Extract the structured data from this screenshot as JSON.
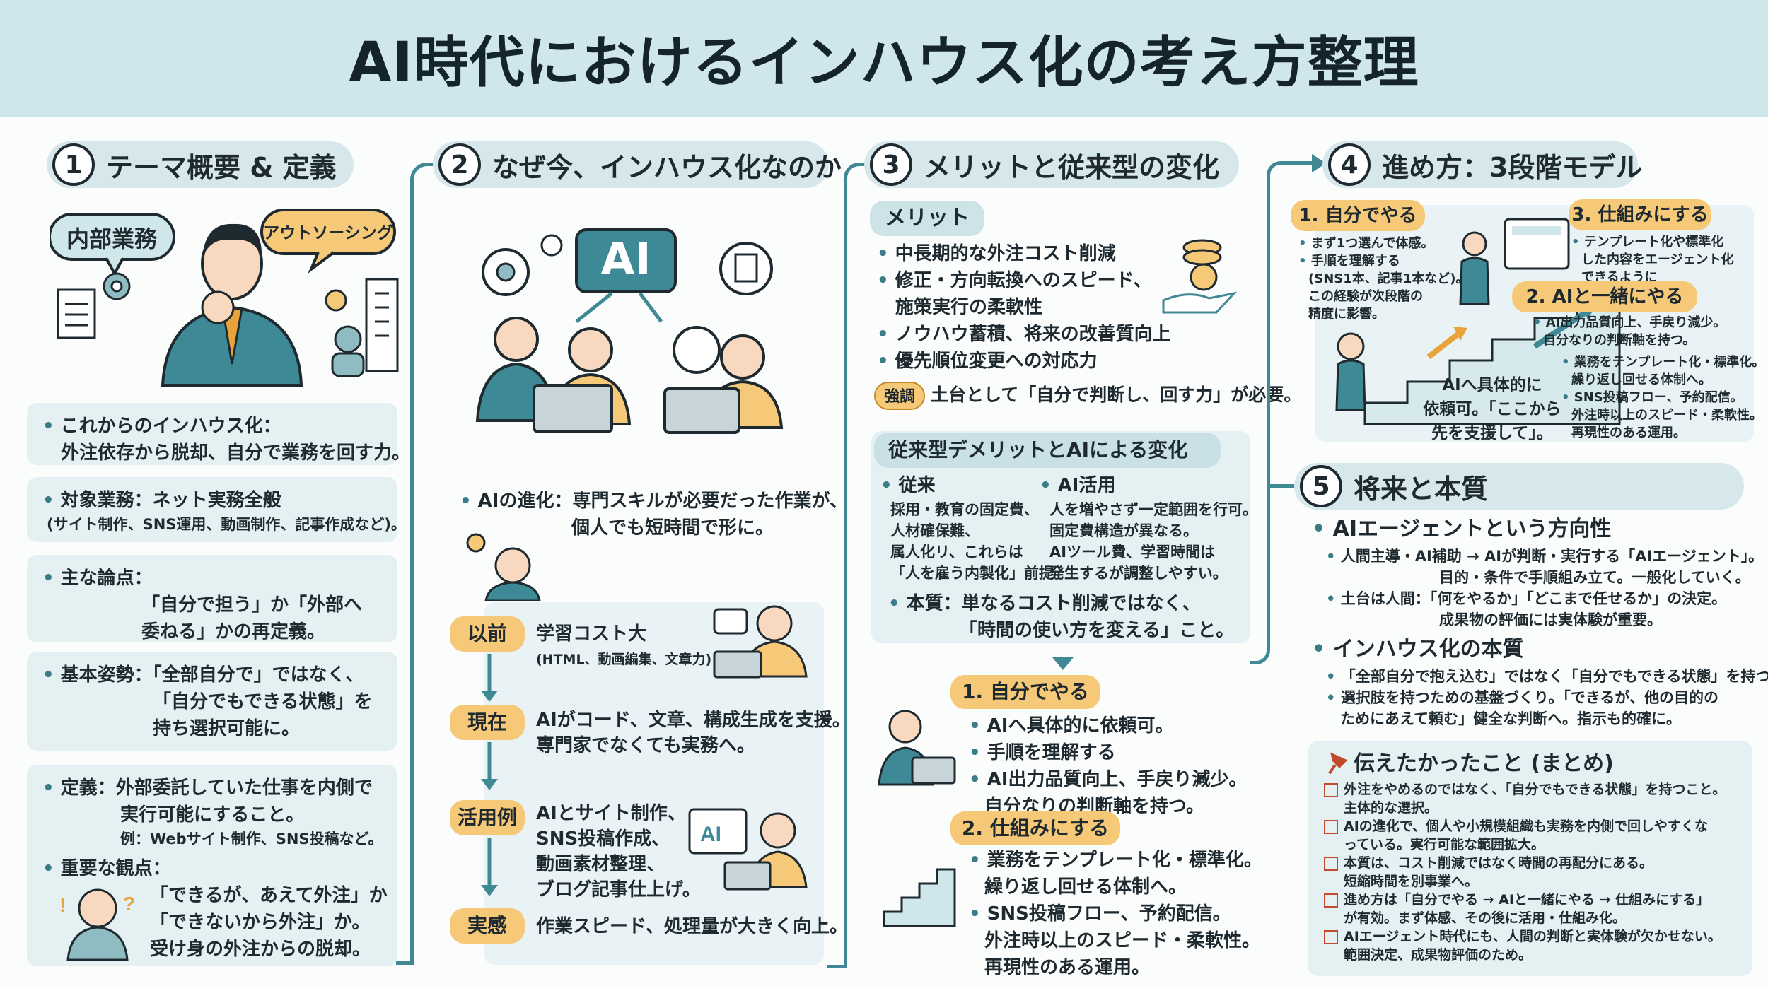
{
  "title": "AI時代におけるインハウス化の考え方整理",
  "colors": {
    "accent": "#3f8894",
    "header_bg": "#cfe6ea",
    "card_bg": "#e4f0f2",
    "highlight": "#f6c978",
    "ai_badge": "#3d8a96"
  },
  "s1": {
    "num": "1",
    "title": "テーマ概要 & 定義",
    "bubble_internal": "内部業務",
    "bubble_outsourcing": "アウトソーシング",
    "intro_title": "これからのインハウス化：",
    "intro_text": "外注依存から脱却、自分で業務を回す力。",
    "scope_title": "対象業務：ネット実務全般",
    "scope_text": "(サイト制作、SNS運用、動画制作、記事作成など)。",
    "issue_title": "主な論点：",
    "issue_text1": "「自分で担う」か「外部へ",
    "issue_text2": "委ねる」かの再定義。",
    "stance_title": "基本姿勢：「全部自分で」ではなく、",
    "stance_text1": "「自分でもできる状態」を",
    "stance_text2": "持ち選択可能に。",
    "def_title": "定義：外部委託していた仕事を内側で",
    "def_text1": "実行可能にすること。",
    "def_text2": "例：Webサイト制作、SNS投稿など。",
    "view_title": "重要な観点：",
    "view_text1": "「できるが、あえて外注」か",
    "view_text2": "「できないから外注」か。",
    "view_text3": "受け身の外注からの脱却。"
  },
  "s2": {
    "num": "2",
    "title": "なぜ今、インハウス化なのか",
    "ai_badge": "AI",
    "evo_title": "AIの進化：専門スキルが必要だった作業が、",
    "evo_text": "個人でも短時間で形に。",
    "steps": [
      {
        "label": "以前",
        "text1": "学習コスト大",
        "text2": "(HTML、動画編集、文章力)"
      },
      {
        "label": "現在",
        "text1": "AIがコード、文章、構成生成を支援。",
        "text2": "専門家でなくても実務へ。"
      },
      {
        "label": "活用例",
        "text1": "AIとサイト制作、",
        "text2": "SNS投稿作成、",
        "text3": "動画素材整理、",
        "text4": "ブログ記事仕上げ。"
      },
      {
        "label": "実感",
        "text1": "作業スピード、処理量が大きく向上。"
      }
    ]
  },
  "s3": {
    "num": "3",
    "title": "メリットと従来型の変化",
    "merit_label": "メリット",
    "merits": [
      "中長期的な外注コスト削減",
      "修正・方向転換へのスピード、",
      "施策実行の柔軟性",
      "ノウハウ蓄積、将来の改善質向上",
      "優先順位変更への対応力"
    ],
    "emphasis_badge": "強調",
    "emphasis_text": "土台として「自分で判断し、回す力」が必要。",
    "change_title": "従来型デメリットとAIによる変化",
    "old_title": "従来",
    "old_lines": [
      "採用・教育の固定費、",
      "人材確保難、",
      "属人化リ、これらは",
      "「人を雇う内製化」前提。"
    ],
    "ai_title": "AI活用",
    "ai_lines": [
      "人を増やさず一定範囲を行可。",
      "固定費構造が異なる。",
      "AIツール費、学習時間は",
      "発生するが調整しやすい。"
    ],
    "essence1": "本質：単なるコスト削減ではなく、",
    "essence2": "「時間の使い方を変える」こと。",
    "step1_label": "1. 自分でやる",
    "step1_lines": [
      "AIへ具体的に依頼可。",
      "手順を理解する",
      "AI出力品質向上、手戻り減少。",
      "自分なりの判断軸を持つ。"
    ],
    "step2_label": "2. 仕組みにする",
    "step2_lines": [
      "業務をテンプレート化・標準化。",
      "繰り返し回せる体制へ。",
      "SNS投稿フロー、予約配信。",
      "外注時以上のスピード・柔軟性。",
      "再現性のある運用。"
    ]
  },
  "s4": {
    "num": "4",
    "title": "進め方：3段階モデル",
    "p1_label": "1. 自分でやる",
    "p1_lines": [
      "まず1つ選んで体感。",
      "手順を理解する",
      "(SNS1本、記事1本など)。",
      "この経験が次段階の",
      "精度に影響。"
    ],
    "p3_label": "3. 仕組みにする",
    "p3_lines": [
      "テンプレート化や標準化",
      "した内容をエージェント化",
      "できるように"
    ],
    "p2_label": "2. AIと一緒にやる",
    "p2_lines": [
      "AI出力品質向上、手戻り減少。",
      "自分なりの判断軸を持つ。"
    ],
    "p2b_lines": [
      "業務をテンプレート化・標準化。",
      "繰り返し回せる体制へ。",
      "SNS投稿フロー、予約配信。",
      "外注時以上のスピード・柔軟性。",
      "再現性のある運用。"
    ],
    "callout": [
      "AIへ具体的に",
      "依頼可。「ここから",
      "先を支援して」。"
    ]
  },
  "s5": {
    "num": "5",
    "title": "将来と本質",
    "agent_title": "AIエージェントという方向性",
    "agent_lines": [
      "人間主導・AI補助 → AIが判断・実行する「AIエージェント」。",
      "目的・条件で手順組み立て。一般化していく。",
      "土台は人間：「何をやるか」「どこまで任せるか」の決定。",
      "成果物の評価には実体験が重要。"
    ],
    "essence_title": "インハウス化の本質",
    "essence_lines": [
      "「全部自分で抱え込む」ではなく「自分でもできる状態」を持つ。",
      "選択肢を持つための基盤づくり。「できるが、他の目的の",
      "ためにあえて頼む」健全な判断へ。指示も的確に。"
    ],
    "summary_title": "伝えたかったこと (まとめ)",
    "summary": [
      {
        "l1": "外注をやめるのではなく、「自分でもできる状態」を持つこと。",
        "l2": "主体的な選択。"
      },
      {
        "l1": "AIの進化で、個人や小規模組織も実務を内側で回しやすくな",
        "l2": "っている。実行可能な範囲拡大。"
      },
      {
        "l1": "本質は、コスト削減ではなく時間の再配分にある。",
        "l2": "短縮時間を別事業へ。"
      },
      {
        "l1": "進め方は「自分でやる → AIと一緒にやる → 仕組みにする」",
        "l2": "が有効。まず体感、その後に活用・仕組み化。"
      },
      {
        "l1": "AIエージェント時代にも、人間の判断と実体験が欠かせない。",
        "l2": "範囲決定、成果物評価のため。"
      }
    ]
  }
}
